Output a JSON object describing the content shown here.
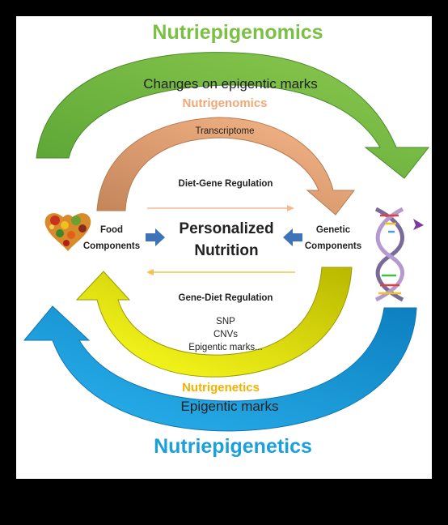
{
  "labels": {
    "nutriepigenomics": "Nutriepigenomics",
    "changes_epigenetic": "Changes on epigentic marks",
    "nutrigenomics": "Nutrigenomics",
    "transcriptome": "Transcriptome",
    "diet_gene": "Diet-Gene Regulation",
    "food_components_1": "Food",
    "food_components_2": "Components",
    "personalized_1": "Personalized",
    "personalized_2": "Nutrition",
    "genetic_components_1": "Genetic",
    "genetic_components_2": "Components",
    "gene_diet": "Gene-Diet Regulation",
    "snp": "SNP",
    "cnvs": "CNVs",
    "epigentic_marks_small": "Epigentic marks...",
    "nutrigenetics": "Nutrigenetics",
    "epigentic_marks": "Epigentic marks",
    "nutriepigenetics": "Nutriepigenetics"
  },
  "colors": {
    "green": "#77b843",
    "orange": "#f0a56e",
    "yellow": "#e8e000",
    "blue": "#1aa0dc",
    "nutrigenomics_text": "#f0a878",
    "nutrigenetics_text": "#f5b100"
  }
}
